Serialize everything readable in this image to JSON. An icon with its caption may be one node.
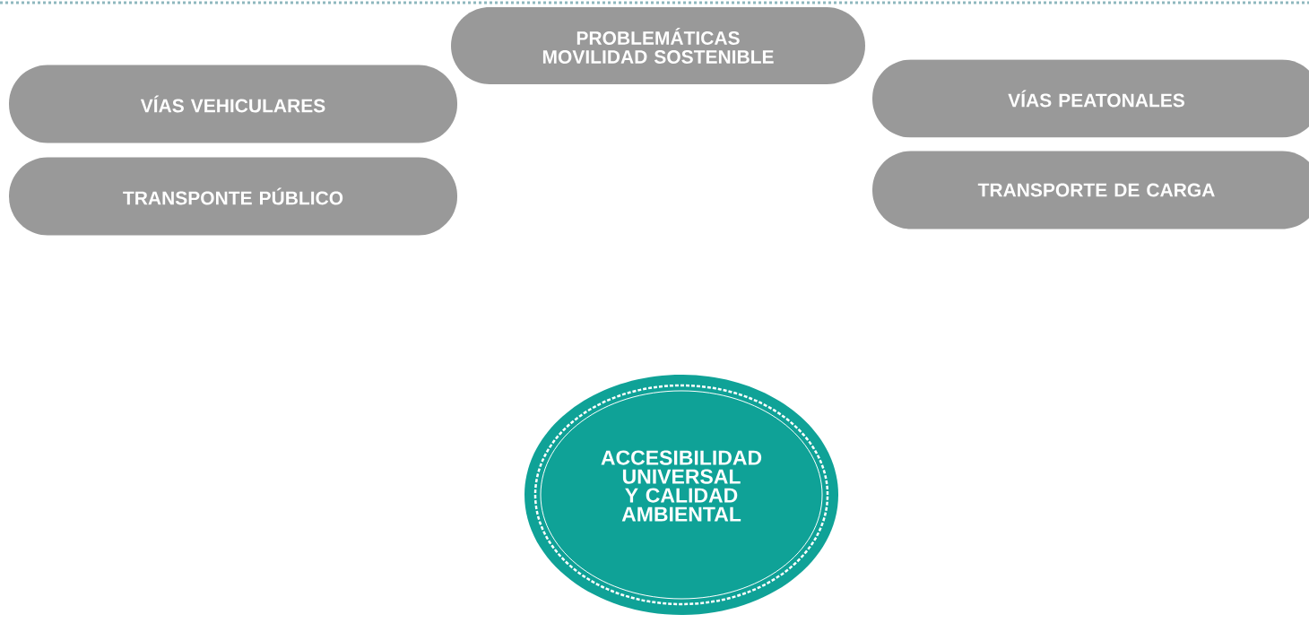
{
  "diagram": {
    "nodes": [
      {
        "text": [
          "PROBLEMÁTICAS MOVILIDAD SOSTENIBLE"
        ]
      },
      {
        "text": [
          "VÍAS VEHICULARES"
        ]
      },
      {
        "text": [
          "TRANSPONTE PÚBLICO"
        ]
      },
      {
        "text": [
          "VÍAS PEATONALES"
        ]
      },
      {
        "text": [
          "TRANSPORTE DE CARGA"
        ]
      },
      {
        "text": [
          "ACCESIBILIDAD UNIVERSAL Y CALIDAD AMBIENTAL"
        ]
      }
    ]
  }
}
